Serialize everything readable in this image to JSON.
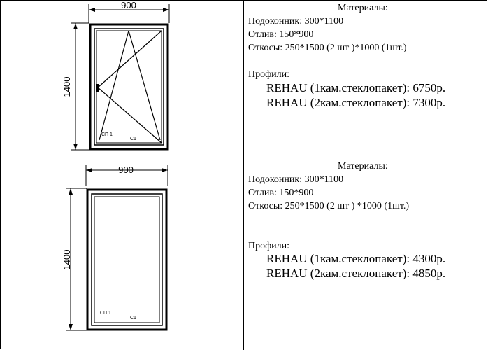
{
  "rows": [
    {
      "drawing": {
        "width_label": "900",
        "height_label": "1400",
        "sash_label": "СП 1",
        "glass_label": "С1"
      },
      "text": {
        "title": "Материалы:",
        "sill": "Подоконник: 300*1100",
        "ebb": "Отлив: 150*900",
        "slopes": "Откосы: 250*1500 (2 шт )*1000 (1шт.)",
        "profiles_label": "Профили:",
        "price_1": "REHAU (1кам.стеклопакет): 6750р.",
        "price_2": "REHAU (2кам.стеклопакет): 7300р."
      }
    },
    {
      "drawing": {
        "width_label": "900",
        "height_label": "1400",
        "sash_label": "СП 1",
        "glass_label": "С1"
      },
      "text": {
        "title": "Материалы:",
        "sill": "Подоконник: 300*1100",
        "ebb": "Отлив: 150*900",
        "slopes": "Откосы: 250*1500 (2 шт ) *1000 (1шт.)",
        "profiles_label": "Профили:",
        "price_1": "REHAU (1кам.стеклопакет): 4300р.",
        "price_2": "REHAU (2кам.стеклопакет): 4850р."
      }
    }
  ]
}
